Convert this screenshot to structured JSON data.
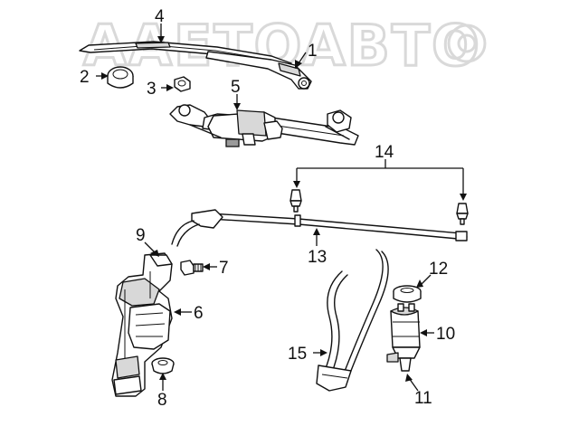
{
  "watermark": {
    "text": "AAETOABTO"
  },
  "callouts": [
    {
      "id": "1",
      "label": "1"
    },
    {
      "id": "2",
      "label": "2"
    },
    {
      "id": "3",
      "label": "3"
    },
    {
      "id": "4",
      "label": "4"
    },
    {
      "id": "5",
      "label": "5"
    },
    {
      "id": "6",
      "label": "6"
    },
    {
      "id": "7",
      "label": "7"
    },
    {
      "id": "8",
      "label": "8"
    },
    {
      "id": "9",
      "label": "9"
    },
    {
      "id": "10",
      "label": "10"
    },
    {
      "id": "11",
      "label": "11"
    },
    {
      "id": "12",
      "label": "12"
    },
    {
      "id": "13",
      "label": "13"
    },
    {
      "id": "14",
      "label": "14"
    },
    {
      "id": "15",
      "label": "15"
    }
  ]
}
